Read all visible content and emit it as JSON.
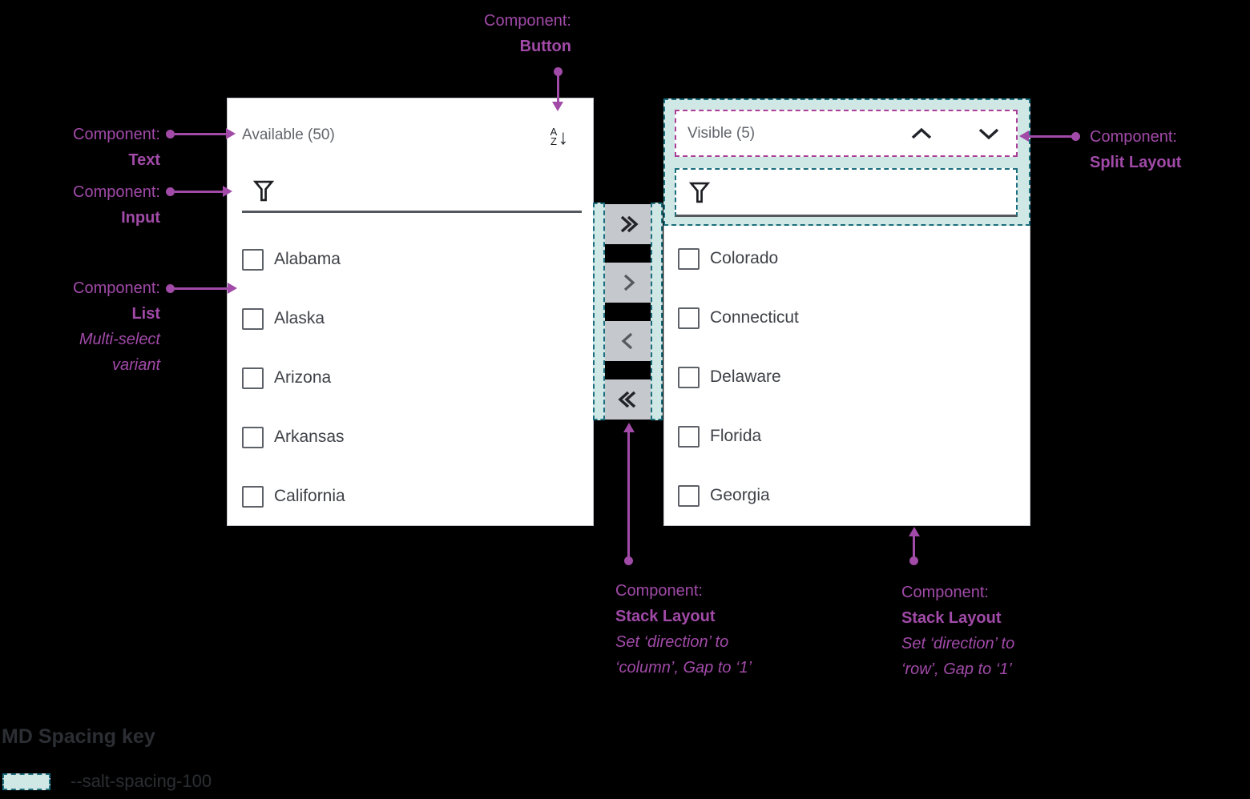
{
  "colors": {
    "background": "#000000",
    "annotation_purple": "#a14aa8",
    "spacing_highlight_fill": "#cfe7e5",
    "spacing_highlight_border": "#1b6e7d",
    "split_layout_outline": "#ab3f98",
    "transfer_button_bg": "#c5c8cc",
    "panel_bg": "#ffffff"
  },
  "available_panel": {
    "title": "Available (50)",
    "sort_a": "A",
    "sort_z": "Z",
    "sort_arrow": "↓",
    "items": [
      "Alabama",
      "Alaska",
      "Arizona",
      "Arkansas",
      "California"
    ]
  },
  "visible_panel": {
    "title": "Visible (5)",
    "items": [
      "Colorado",
      "Connecticut",
      "Delaware",
      "Florida",
      "Georgia"
    ]
  },
  "transfer_buttons": {
    "move_all_right": "double-chevron-right",
    "move_right": "chevron-right",
    "move_left": "chevron-left",
    "move_all_left": "double-chevron-left"
  },
  "annotations": {
    "button": {
      "label": "Component:",
      "name": "Button"
    },
    "text": {
      "label": "Component:",
      "name": "Text"
    },
    "input": {
      "label": "Component:",
      "name": "Input"
    },
    "list": {
      "label": "Component:",
      "name": "List",
      "note1": "Multi-select",
      "note2": "variant"
    },
    "split": {
      "label": "Component:",
      "name": "Split Layout"
    },
    "stack_column": {
      "label": "Component:",
      "name": "Stack Layout",
      "note1": "Set ‘direction’ to",
      "note2": "‘column’, Gap to ‘1’"
    },
    "stack_row": {
      "label": "Component:",
      "name": "Stack Layout",
      "note1": "Set ‘direction’ to",
      "note2": "‘row’, Gap to ‘1’"
    }
  },
  "spacing_key": {
    "title": "MD Spacing key",
    "token": "--salt-spacing-100"
  }
}
